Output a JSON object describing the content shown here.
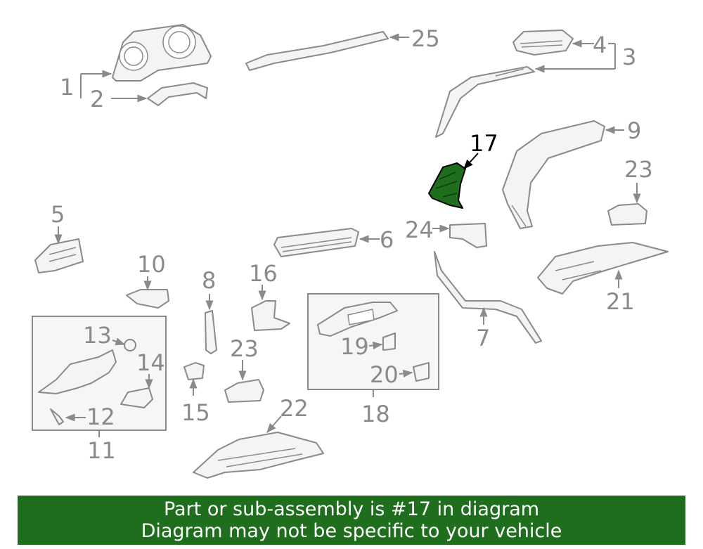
{
  "diagram": {
    "labels": [
      "1",
      "2",
      "3",
      "4",
      "5",
      "6",
      "7",
      "8",
      "9",
      "10",
      "11",
      "12",
      "13",
      "14",
      "15",
      "16",
      "17",
      "18",
      "19",
      "20",
      "21",
      "22",
      "23",
      "23",
      "24",
      "25"
    ],
    "highlighted_label": "17",
    "highlight_color": "#1e6e1e",
    "line_color": "#8a8a8a"
  },
  "banner": {
    "line1": "Part or sub-assembly is #17 in diagram",
    "line2": "Diagram may not be specific to your vehicle",
    "background": "#1e6e1e",
    "text_color": "#ffffff"
  }
}
